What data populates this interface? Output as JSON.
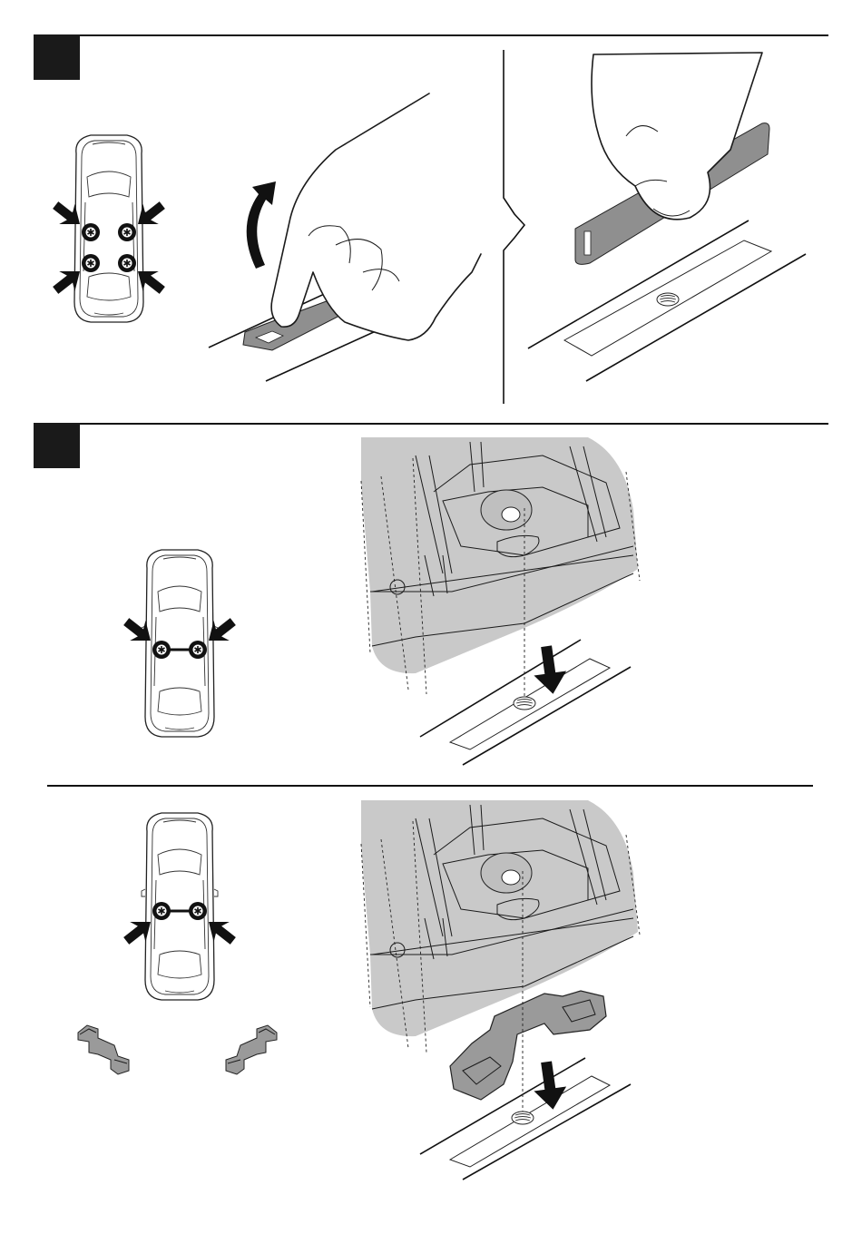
{
  "document": {
    "type": "installation-instruction-sheet",
    "steps": [
      {
        "step_label": "",
        "panels": [
          {
            "name": "car-mount-positions-four",
            "points": 4
          },
          {
            "name": "peel-protective-cover"
          },
          {
            "name": "remove-strip-expose-threaded-hole"
          }
        ]
      },
      {
        "step_label": "",
        "panels": [
          {
            "name": "car-mount-positions-two-front",
            "points": 2
          },
          {
            "name": "foot-onto-fixpoint"
          }
        ]
      },
      {
        "step_label": "",
        "panels": [
          {
            "name": "car-mount-positions-two-with-adapters",
            "points": 2
          },
          {
            "name": "foot-with-adapter-onto-fixpoint"
          }
        ]
      }
    ]
  },
  "colors": {
    "ink": "#111111",
    "badge": "#1a1a1a",
    "shade": "#c9c9c9",
    "strip": "#8f8f8f",
    "adapter": "#9a9a9a"
  },
  "icons": [
    "car-top-view",
    "mount-point-marker",
    "arrow-pointer",
    "curved-arrow",
    "down-arrow",
    "hand",
    "threaded-hole",
    "adapter-clip"
  ]
}
